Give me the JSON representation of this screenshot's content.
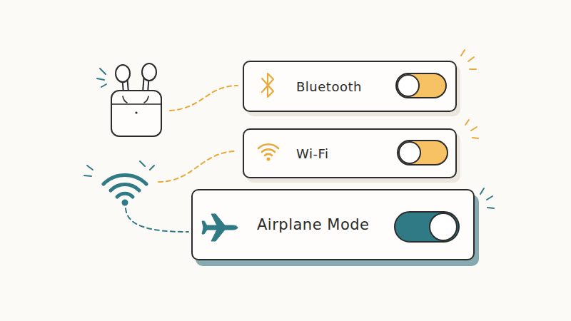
{
  "diagram": {
    "nodes": [
      {
        "text": [
          "Bluetooth"
        ]
      },
      {
        "text": [
          "Wi-Fi"
        ]
      },
      {
        "text": [
          "Airplane Mode"
        ]
      }
    ]
  }
}
